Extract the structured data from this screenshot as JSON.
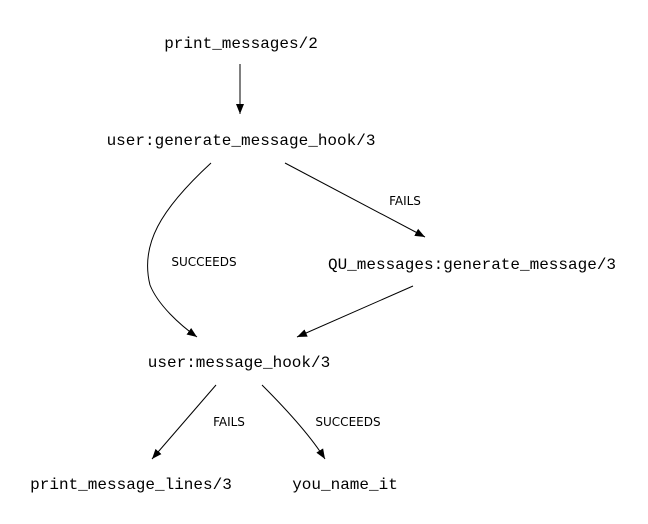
{
  "nodes": {
    "print_messages": "print_messages/2",
    "generate_message_hook": "user:generate_message_hook/3",
    "qu_generate_message": "QU_messages:generate_message/3",
    "message_hook": "user:message_hook/3",
    "print_message_lines": "print_message_lines/3",
    "you_name_it": "you_name_it"
  },
  "edge_labels": {
    "hook_fails": "FAILS",
    "hook_succeeds": "SUCCEEDS",
    "message_hook_fails": "FAILS",
    "message_hook_succeeds": "SUCCEEDS"
  },
  "colors": {
    "ink": "#000000",
    "background": "#ffffff"
  }
}
